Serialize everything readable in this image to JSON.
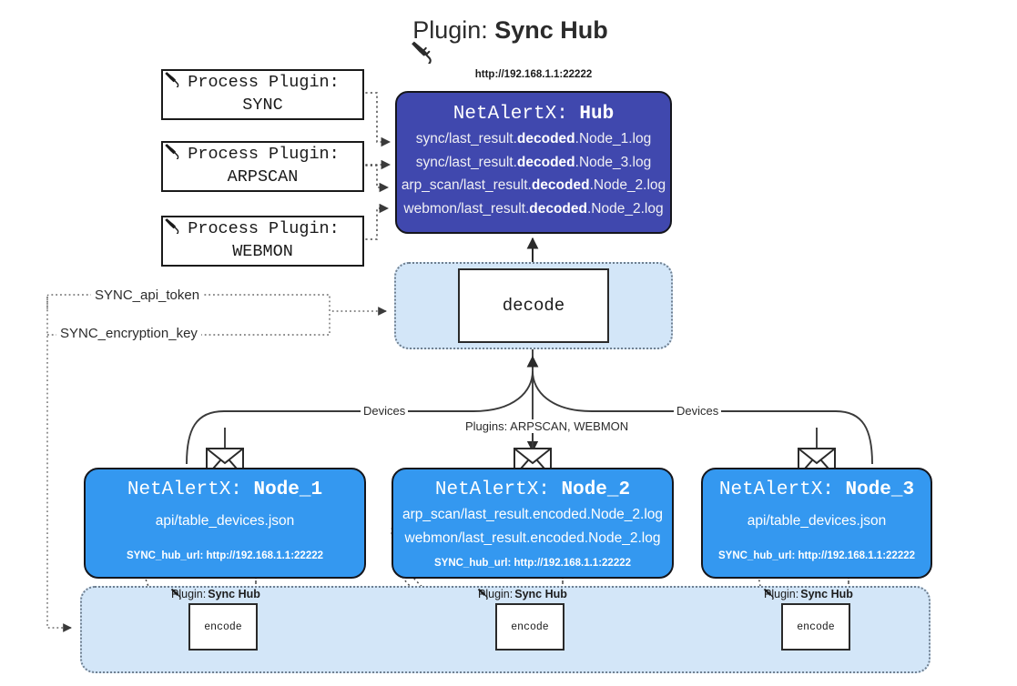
{
  "header": {
    "icon": "plug-icon",
    "prefix": "Plugin: ",
    "name": "Sync Hub"
  },
  "process_plugins": [
    {
      "icon": "plug-icon",
      "line1": "Process Plugin:",
      "line2": "SYNC"
    },
    {
      "icon": "plug-icon",
      "line1": "Process Plugin:",
      "line2": "ARPSCAN"
    },
    {
      "icon": "plug-icon",
      "line1": "Process Plugin:",
      "line2": "WEBMON"
    }
  ],
  "hub": {
    "url": "http://192.168.1.1:22222",
    "title_prefix": "NetAlertX: ",
    "title_name": "Hub",
    "logs": [
      {
        "pre": "sync/last_result.",
        "bold": "decoded",
        "post": ".Node_1.log"
      },
      {
        "pre": "sync/last_result.",
        "bold": "decoded",
        "post": ".Node_3.log"
      },
      {
        "pre": "arp_scan/last_result.",
        "bold": "decoded",
        "post": ".Node_2.log"
      },
      {
        "pre": "webmon/last_result.",
        "bold": "decoded",
        "post": ".Node_2.log"
      }
    ]
  },
  "decode": {
    "label": "decode"
  },
  "secrets": [
    {
      "label": "SYNC_api_token"
    },
    {
      "label": "SYNC_encryption_key"
    }
  ],
  "edge_labels": {
    "devices_left": "Devices",
    "devices_right": "Devices",
    "plugins_middle": "Plugins: ARPSCAN, WEBMON"
  },
  "nodes": [
    {
      "title_prefix": "NetAlertX: ",
      "title_name": "Node_1",
      "lines": [
        "api/table_devices.json"
      ],
      "footer": "SYNC_hub_url: http://192.168.1.1:22222",
      "envelope_icon": "envelope-icon"
    },
    {
      "title_prefix": "NetAlertX: ",
      "title_name": "Node_2",
      "lines": [
        "arp_scan/last_result.encoded.Node_2.log",
        "webmon/last_result.encoded.Node_2.log"
      ],
      "footer": "SYNC_hub_url: http://192.168.1.1:22222",
      "envelope_icon": "envelope-icon"
    },
    {
      "title_prefix": "NetAlertX: ",
      "title_name": "Node_3",
      "lines": [
        "api/table_devices.json"
      ],
      "footer": "SYNC_hub_url: http://192.168.1.1:22222",
      "envelope_icon": "envelope-icon"
    }
  ],
  "encoders": [
    {
      "plugin_prefix": "Plugin: ",
      "plugin_name": "Sync Hub",
      "label": "encode",
      "icon": "plug-icon"
    },
    {
      "plugin_prefix": "Plugin: ",
      "plugin_name": "Sync Hub",
      "label": "encode",
      "icon": "plug-icon"
    },
    {
      "plugin_prefix": "Plugin: ",
      "plugin_name": "Sync Hub",
      "label": "encode",
      "icon": "plug-icon"
    }
  ],
  "colors": {
    "hub_blue": "#4048ae",
    "node_blue": "#3498f0",
    "light_blue": "#d3e6f8",
    "stroke": "#2a2a2a"
  }
}
